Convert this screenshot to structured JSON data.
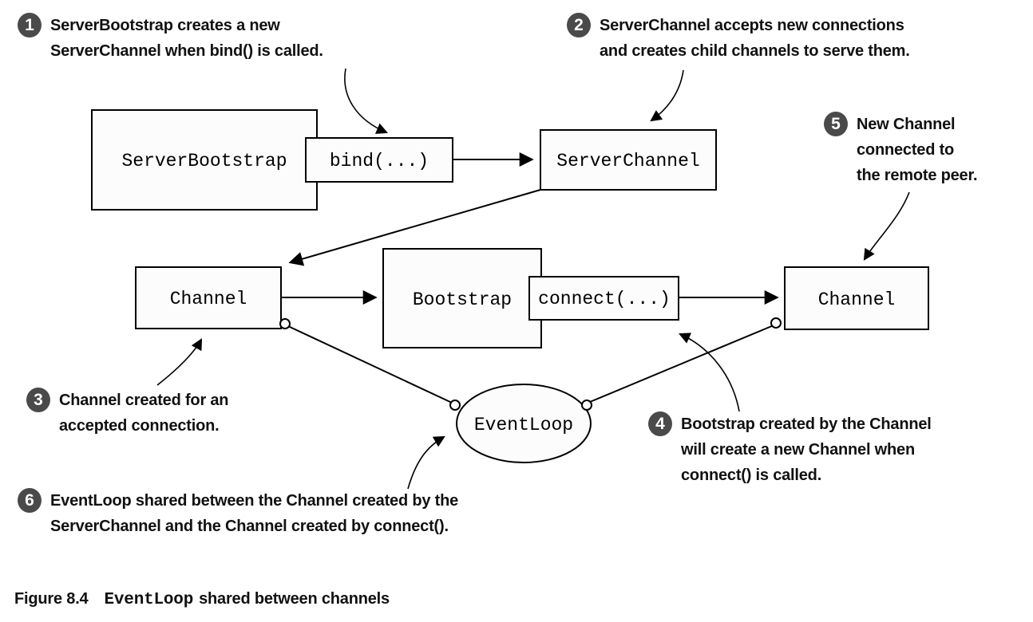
{
  "diagram": {
    "boxes": [
      {
        "id": "server-bootstrap",
        "label": "ServerBootstrap"
      },
      {
        "id": "bind",
        "label": "bind(...)"
      },
      {
        "id": "server-channel",
        "label": "ServerChannel"
      },
      {
        "id": "channel-left",
        "label": "Channel"
      },
      {
        "id": "bootstrap",
        "label": "Bootstrap"
      },
      {
        "id": "connect",
        "label": "connect(...)"
      },
      {
        "id": "channel-right",
        "label": "Channel"
      },
      {
        "id": "event-loop",
        "label": "EventLoop"
      }
    ],
    "callouts": [
      {
        "number": "1",
        "lines": [
          "ServerBootstrap creates a new",
          "ServerChannel when bind() is called."
        ]
      },
      {
        "number": "2",
        "lines": [
          "ServerChannel accepts new connections",
          "and creates child channels to serve them."
        ]
      },
      {
        "number": "3",
        "lines": [
          "Channel created for an",
          "accepted connection."
        ]
      },
      {
        "number": "4",
        "lines": [
          "Bootstrap created by the Channel",
          "will create a new Channel when",
          "connect() is called."
        ]
      },
      {
        "number": "5",
        "lines": [
          "New Channel",
          "connected to",
          "the remote peer."
        ]
      },
      {
        "number": "6",
        "lines": [
          "EventLoop shared between the Channel created by the",
          "ServerChannel and the Channel created by connect()."
        ]
      }
    ]
  },
  "caption": {
    "label": "Figure 8.4",
    "code": "EventLoop",
    "text": "shared between channels"
  },
  "colors": {
    "callout_badge": "#4a4a4a",
    "callout_number": "#ffffff",
    "line": "#000000",
    "box_fill": "#fcfcfc",
    "background": "#ffffff"
  }
}
